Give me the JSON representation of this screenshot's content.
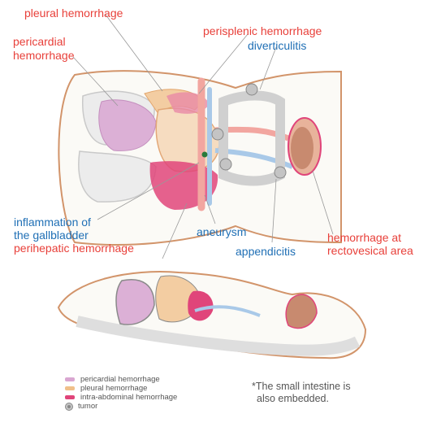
{
  "labels": {
    "pleural_hemorrhage": "pleural hemorrhage",
    "pericardial_hemorrhage_line1": "pericardial",
    "pericardial_hemorrhage_line2": "hemorrhage",
    "perisplenic_hemorrhage": "perisplenic hemorrhage",
    "diverticulitis": "diverticulitis",
    "inflammation_line1": "inflammation of",
    "inflammation_line2": "the gallbladder",
    "perihepatic_hemorrhage": "perihepatic hemorrhage",
    "aneurysm": "aneurysm",
    "appendicitis": "appendicitis",
    "rectovesical_line1": "hemorrhage at",
    "rectovesical_line2": "rectovesical area"
  },
  "legend": [
    {
      "label": "pericardial hemorrhage",
      "color": "#d9a6d1"
    },
    {
      "label": "pleural hemorrhage",
      "color": "#f0c08a"
    },
    {
      "label": "intra-abdominal hemorrhage",
      "color": "#e0457a"
    },
    {
      "label": "tumor",
      "icon": "tumor-icon"
    }
  ],
  "note": {
    "line1": "*The small intestine is",
    "line2": "also embedded."
  },
  "colors": {
    "label_red": "#e8403a",
    "label_blue": "#1f6fb5",
    "outline": "#d2946a",
    "pericardial": "#d9a6d1",
    "pleural": "#f0c08a",
    "intra_abdominal": "#e0457a",
    "vessel_red": "#f2a6a0",
    "vessel_blue": "#a9c9e8",
    "organ_gray": "#d6d6d6"
  }
}
